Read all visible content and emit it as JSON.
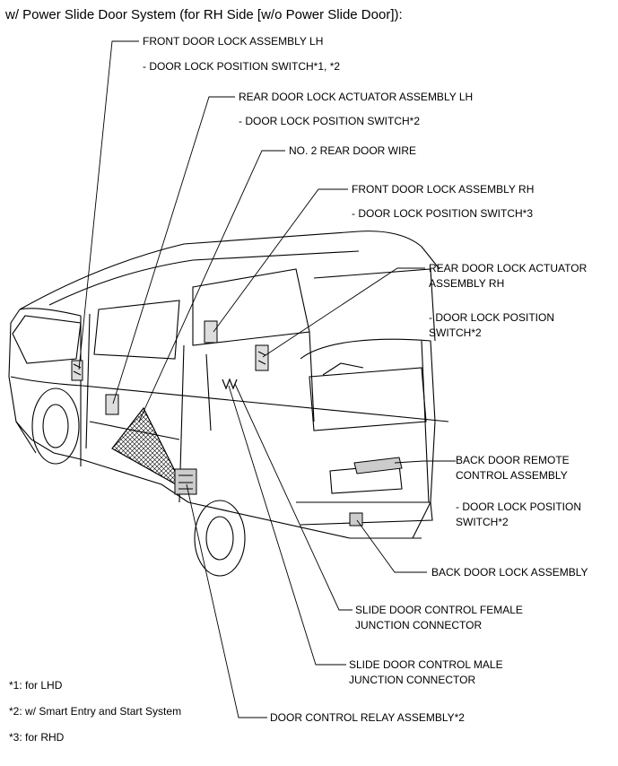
{
  "title": "w/ Power Slide Door System (for RH Side [w/o Power Slide Door]):",
  "callouts": {
    "front_lh": {
      "name": "FRONT DOOR LOCK ASSEMBLY LH",
      "sub": "- DOOR LOCK POSITION SWITCH*1, *2"
    },
    "rear_lh": {
      "name": "REAR DOOR LOCK ACTUATOR ASSEMBLY LH",
      "sub": "- DOOR LOCK POSITION SWITCH*2"
    },
    "wire": {
      "name": "NO. 2 REAR DOOR WIRE"
    },
    "front_rh": {
      "name": "FRONT DOOR LOCK ASSEMBLY RH",
      "sub": "- DOOR LOCK POSITION SWITCH*3"
    },
    "rear_rh": {
      "name_1": "REAR DOOR LOCK ACTUATOR",
      "name_2": "ASSEMBLY RH",
      "sub_1": "- DOOR LOCK POSITION",
      "sub_2": "SWITCH*2"
    },
    "back_remote": {
      "name_1": "BACK DOOR REMOTE",
      "name_2": "CONTROL ASSEMBLY",
      "sub_1": "- DOOR LOCK POSITION",
      "sub_2": "SWITCH*2"
    },
    "back_lock": {
      "name": "BACK DOOR LOCK ASSEMBLY"
    },
    "female_conn": {
      "name_1": "SLIDE DOOR CONTROL FEMALE",
      "name_2": "JUNCTION CONNECTOR"
    },
    "male_conn": {
      "name_1": "SLIDE DOOR CONTROL MALE",
      "name_2": "JUNCTION CONNECTOR"
    },
    "relay": {
      "name": "DOOR CONTROL RELAY ASSEMBLY*2"
    }
  },
  "footnotes": {
    "n1": "*1: for LHD",
    "n2": "*2: w/ Smart Entry and Start System",
    "n3": "*3: for RHD"
  }
}
